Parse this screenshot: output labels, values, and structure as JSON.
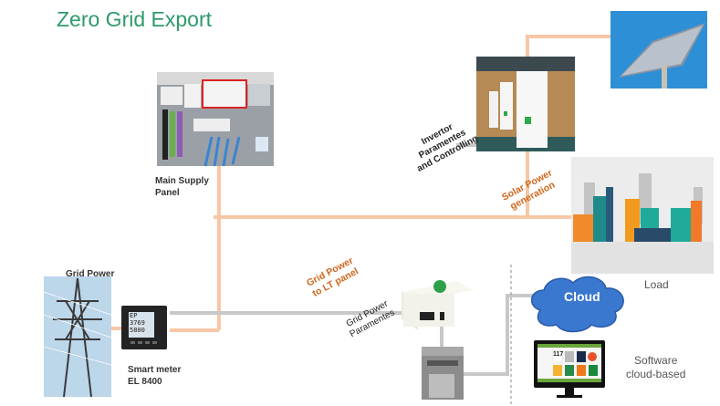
{
  "title": "Zero Grid Export",
  "nodes": {
    "main_panel": {
      "label_line1": "Main Supply",
      "label_line2": "Panel"
    },
    "inverter": {
      "label_line1": "Invertor",
      "label_line2": "Paramentes",
      "label_line3": "and Controlling"
    },
    "solar_panel": {
      "label": ""
    },
    "solar_flow": {
      "label_line1": "Solar Power",
      "label_line2": "generation"
    },
    "load": {
      "label": "Load"
    },
    "grid_power": {
      "label": "Grid Power"
    },
    "grid_to_lt": {
      "label_line1": "Grid Power",
      "label_line2": "to LT panel"
    },
    "grid_params": {
      "label_line1": "Grid Power",
      "label_line2": "Paramentes"
    },
    "smart_meter": {
      "label_line1": "Smart meter",
      "label_line2": "EL 8400",
      "display_lines": [
        "EP",
        "3769",
        "5800"
      ]
    },
    "cloud": {
      "label": "Cloud"
    },
    "software": {
      "label_line1": "Software",
      "label_line2": "cloud-based",
      "dashboard_value": "117"
    }
  },
  "colors": {
    "title": "#2e9a6a",
    "power_line": "#f7c7a6",
    "data_line": "#c8c8c8",
    "orange_label": "#d0661e",
    "cloud": "#3a78d0"
  }
}
